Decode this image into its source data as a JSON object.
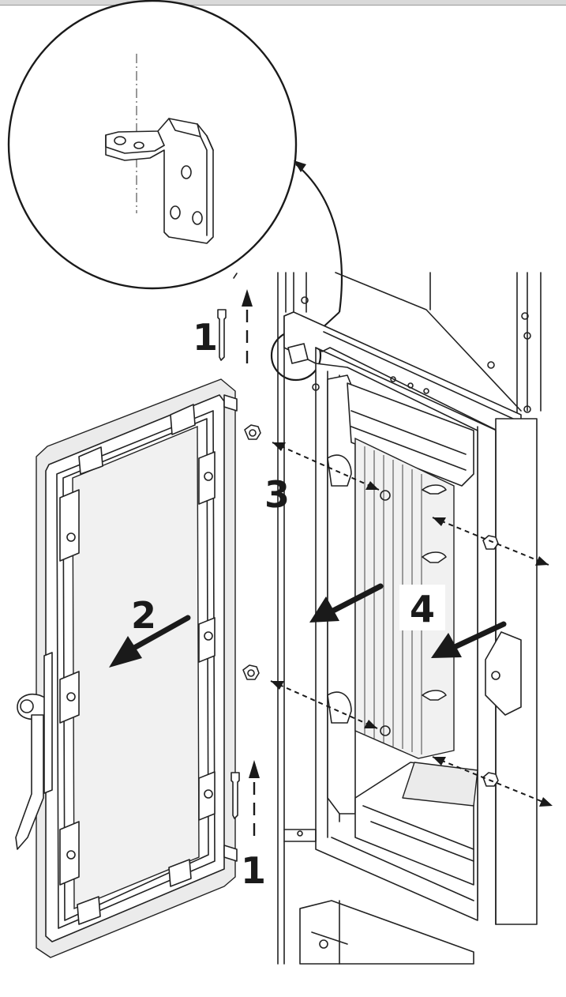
{
  "steps": {
    "pin_top": "1",
    "door": "2",
    "nuts": "3",
    "glass": "4",
    "pin_bottom": "1"
  },
  "colors": {
    "line": "#222222",
    "glass": "#f1f1f1",
    "panel": "#ebebeb",
    "header_bar": "#d9d9d9"
  }
}
